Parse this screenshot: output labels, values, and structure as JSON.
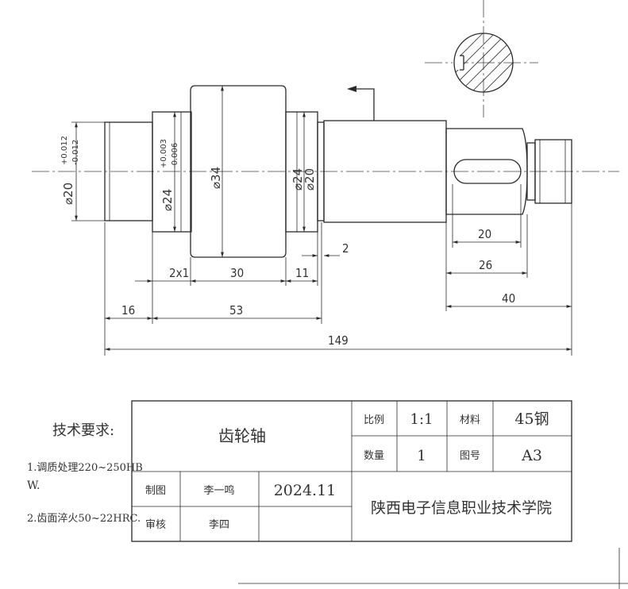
{
  "dimensions": {
    "d_left": "⌀20",
    "d_left_tol_upper": "+0.012",
    "d_left_tol_lower": "-0.012",
    "d_bearing": "⌀24",
    "d_bearing_tol_upper": "+0.003",
    "d_bearing_tol_lower": "-0.006",
    "d_gear": "⌀34",
    "d_right_outer": "⌀24",
    "d_right_inner": "⌀20",
    "len_149": "149",
    "len_16": "16",
    "len_53": "53",
    "len_2x1": "2x1",
    "len_30": "30",
    "len_11": "11",
    "len_2": "2",
    "len_20": "20",
    "len_26": "26",
    "len_40": "40"
  },
  "tech_requirements": {
    "title": "技术要求:",
    "item1_a": "1.调质处理220~250HB",
    "item1_b": "W.",
    "item2": "2.齿面淬火50~22HRC."
  },
  "title_block": {
    "part_name": "齿轮轴",
    "scale_label": "比例",
    "scale_value": "1:1",
    "material_label": "材料",
    "material_value": "45钢",
    "quantity_label": "数量",
    "quantity_value": "1",
    "drawing_no_label": "图号",
    "drawing_no_value": "A3",
    "drawn_label": "制图",
    "drawn_by": "李一鸣",
    "date": "2024.11",
    "check_label": "审核",
    "checked_by": "李四",
    "school": "陕西电子信息职业技术学院"
  }
}
